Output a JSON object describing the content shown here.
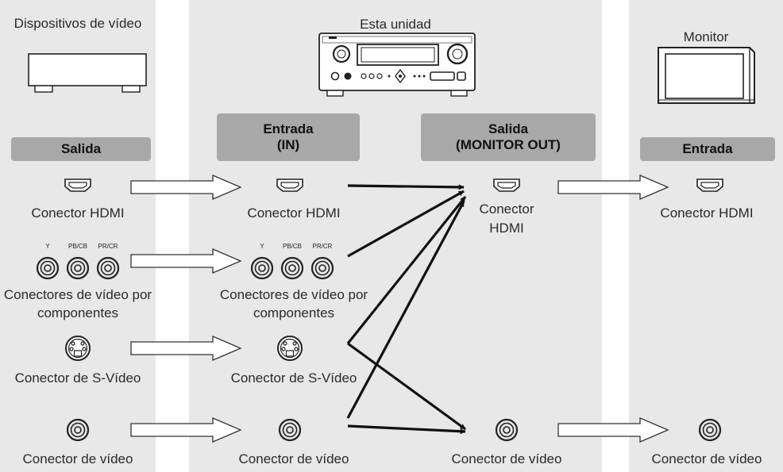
{
  "columns": {
    "source": {
      "title": "Dispositivos de vídeo",
      "section": "Salida",
      "connectors": [
        "Conector HDMI",
        "Conectores de vídeo por componentes",
        "Conector de S-Vídeo",
        "Conector de vídeo"
      ]
    },
    "unit": {
      "title": "Esta unidad",
      "input_header": "Entrada\n(IN)",
      "output_header": "Salida\n(MONITOR OUT)",
      "input_connectors": [
        "Conector HDMI",
        "Conectores de vídeo por componentes",
        "Conector de S-Vídeo",
        "Conector de vídeo"
      ],
      "output_connectors": [
        "Conector HDMI",
        "Conector de vídeo"
      ]
    },
    "monitor": {
      "title": "Monitor",
      "section": "Entrada",
      "connectors": [
        "Conector HDMI",
        "Conector de vídeo"
      ]
    }
  },
  "component_jack_labels": [
    "Y",
    "PB/CB",
    "PR/CR"
  ],
  "icons": {
    "source_device": "video-player-icon",
    "receiver": "av-receiver-icon",
    "monitor": "tv-monitor-icon",
    "hdmi": "hdmi-port-icon",
    "component": "rca-jack-icon",
    "svideo": "s-video-port-icon",
    "composite": "rca-jack-icon"
  },
  "colors": {
    "panel": "#e8e8e8",
    "header": "#a8a8a8",
    "arrow": "#111111"
  }
}
